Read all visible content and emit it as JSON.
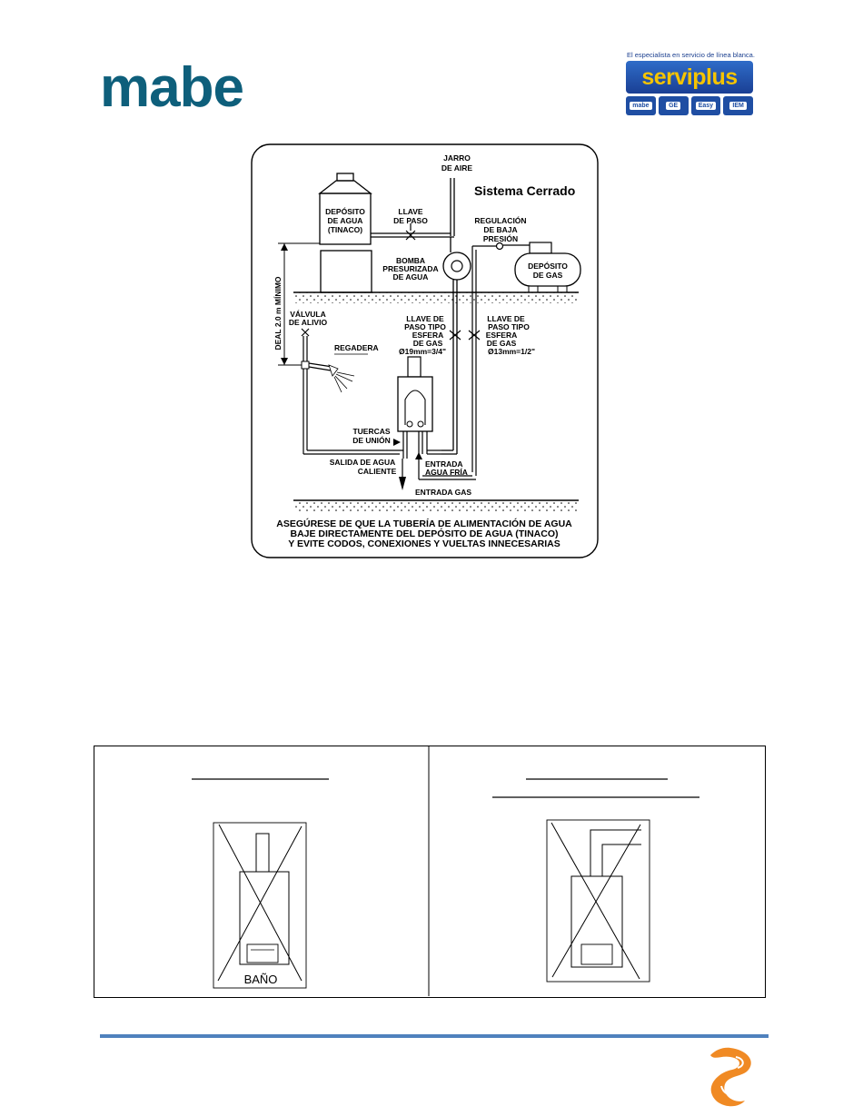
{
  "header": {
    "brand": "mabe",
    "serviplus_tagline": "El especialista en servicio de línea blanca.",
    "serviplus_name": "serviplus",
    "serviplus_brands": [
      "mabe",
      "GE",
      "Easy",
      "IEM"
    ]
  },
  "diagram": {
    "title": "Sistema Cerrado",
    "labels": {
      "jarro1": "JARRO",
      "jarro2": "DE AIRE",
      "dep1": "DEPÓSITO",
      "dep2": "DE AGUA",
      "dep3": "(TINACO)",
      "llave1": "LLAVE",
      "llave2": "DE PASO",
      "reg1": "REGULACIÓN",
      "reg2": "DE BAJA",
      "reg3": "PRESIÓN",
      "bomba1": "BOMBA",
      "bomba2": "PRESURIZADA",
      "bomba3": "DE AGUA",
      "gas1": "DEPÓSITO",
      "gas2": "DE GAS",
      "deal": "DEAL 2.0 m MÍNIMO",
      "valv1": "VÁLVULA",
      "valv2": "DE ALIVIO",
      "regadera": "REGADERA",
      "esfA1": "LLAVE DE",
      "esfA2": "PASO TIPO",
      "esfA3": "ESFERA",
      "esfA4": "DE GAS",
      "esfA5": "Ø19mm=3/4\"",
      "esfB1": "LLAVE DE",
      "esfB2": "PASO TIPO",
      "esfB3": "ESFERA",
      "esfB4": "DE GAS",
      "esfB5": "Ø13mm=1/2\"",
      "tuercas1": "TUERCAS",
      "tuercas2": "DE UNIÓN",
      "salida1": "SALIDA DE AGUA",
      "salida2": "CALIENTE",
      "entrada1": "ENTRADA",
      "entrada2": "AGUA FRÍA",
      "entradaGas": "ENTRADA GAS",
      "warn1": "ASEGÚRESE DE QUE LA TUBERÍA DE ALIMENTACIÓN DE AGUA",
      "warn2": "BAJE DIRECTAMENTE DEL DEPÓSITO DE AGUA (TINACO)",
      "warn3": "Y EVITE CODOS, CONEXIONES Y VUELTAS INNECESARIAS"
    }
  },
  "panels": {
    "left_label": "BAÑO"
  }
}
